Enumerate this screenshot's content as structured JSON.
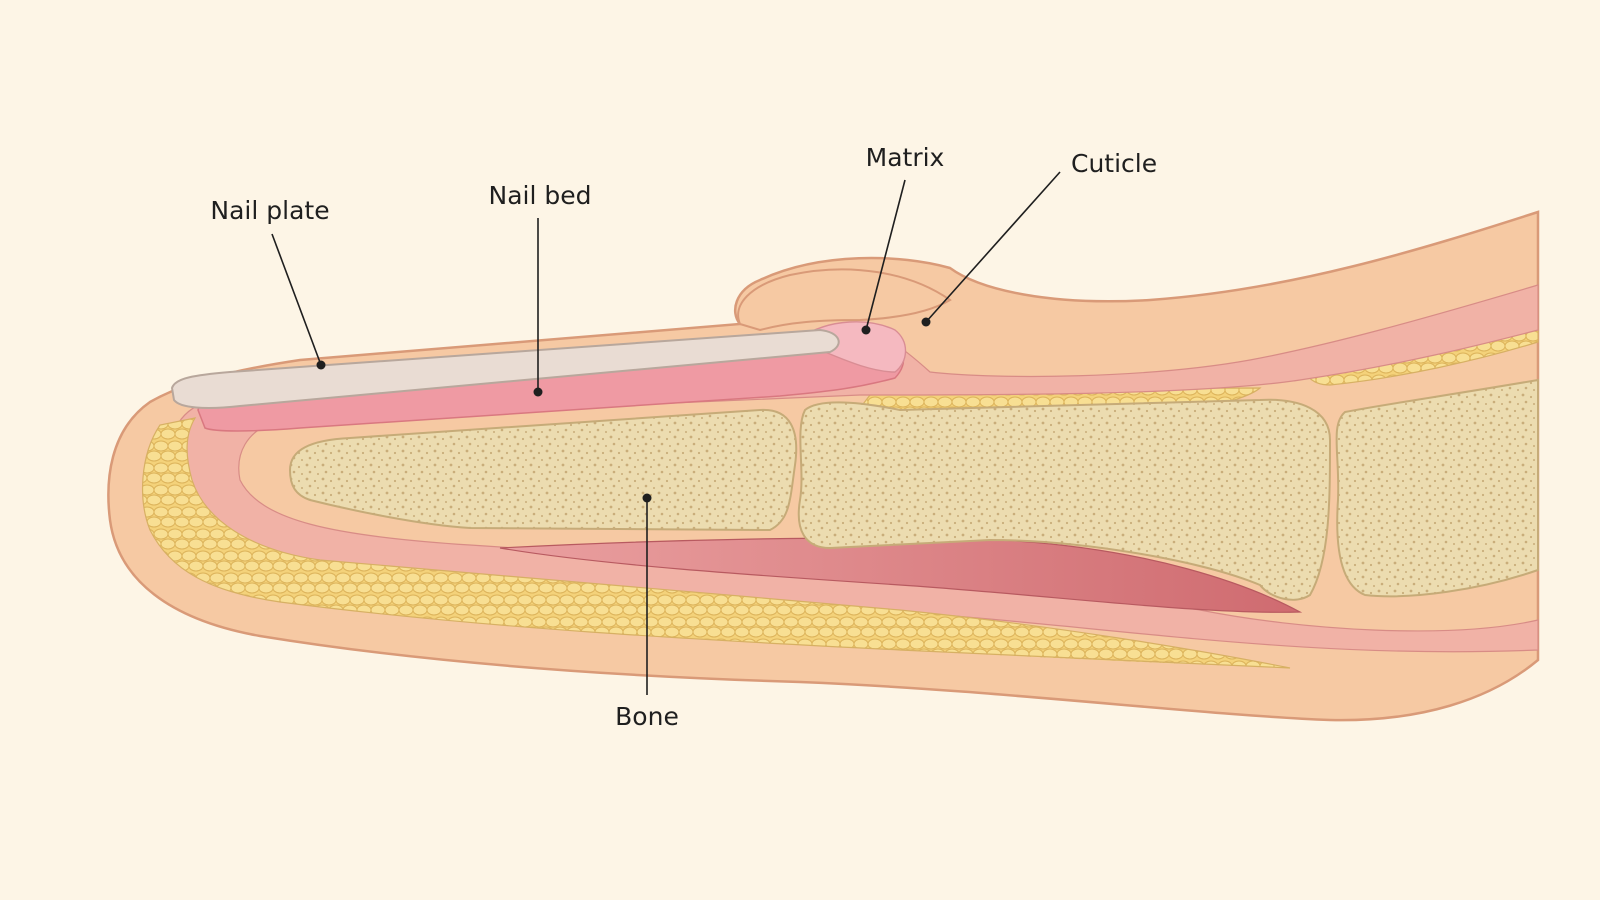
{
  "labels": {
    "nail_plate": "Nail plate",
    "nail_bed": "Nail bed",
    "matrix": "Matrix",
    "cuticle": "Cuticle",
    "bone": "Bone"
  },
  "colors": {
    "background": "#fdf5e6",
    "skin": "#f6c9a3",
    "skin_outline": "#d99a78",
    "fat": "#f4d27a",
    "nail_bed": "#ef9aa3",
    "nail_plate": "#e9dcd3",
    "bone": "#efe0b4",
    "muscle": "#d9737a"
  }
}
